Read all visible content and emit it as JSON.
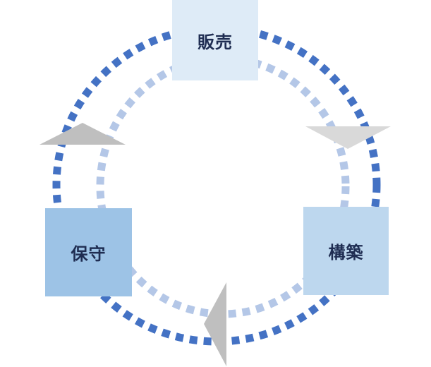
{
  "colors": {
    "outer_ring": "#4472C4",
    "inner_ring": "#B4C7E7",
    "arrow": "#BFBFBF",
    "arrow_light": "#D9D9D9",
    "text": "#1F2D52"
  },
  "nodes": {
    "sales": {
      "label": "販売",
      "fill": "#DEEBF7"
    },
    "build": {
      "label": "構築",
      "fill": "#BDD7EE"
    },
    "maintenance": {
      "label": "保守",
      "fill": "#9DC3E6"
    }
  },
  "arrows": [
    {
      "name": "arrow-sales-to-build",
      "shape": "triangle-down-icon"
    },
    {
      "name": "arrow-build-to-maintenance",
      "shape": "triangle-left-icon"
    },
    {
      "name": "arrow-maintenance-to-sales",
      "shape": "triangle-up-icon"
    }
  ]
}
